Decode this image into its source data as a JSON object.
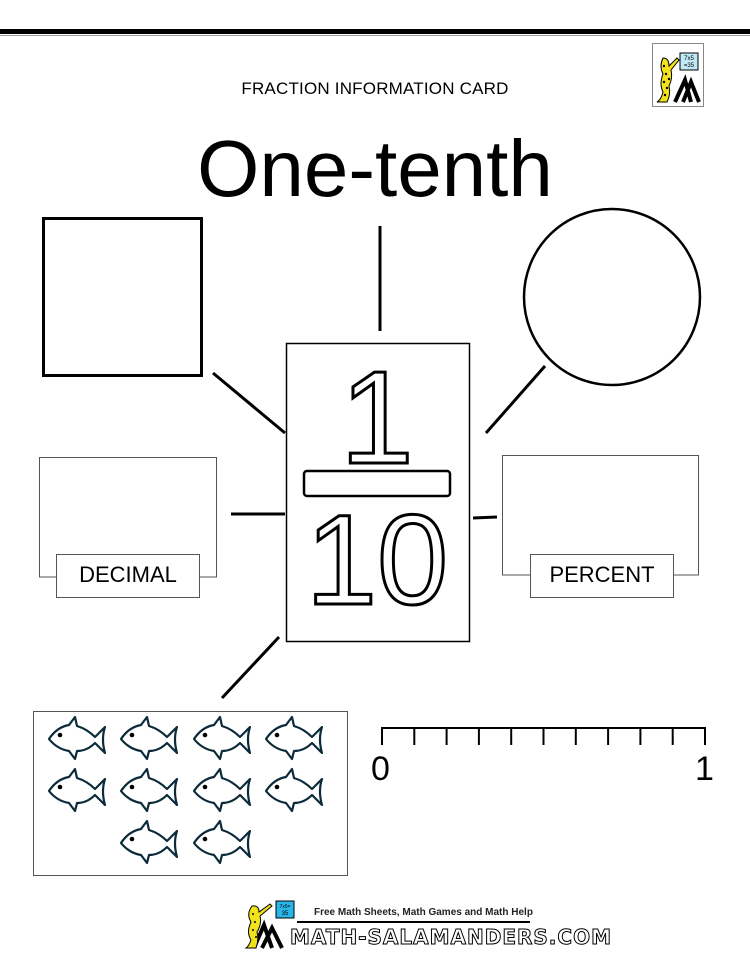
{
  "header": {
    "card_heading": "FRACTION INFORMATION CARD",
    "title": "One-tenth",
    "logo": {
      "icon": "salamander-teacher-icon",
      "board_text": "7x5 =35"
    }
  },
  "fraction": {
    "numerator": "1",
    "denominator": "10"
  },
  "sections": {
    "square_shape": {
      "icon": "square-outline-icon"
    },
    "circle_shape": {
      "icon": "circle-outline-icon"
    },
    "decimal": {
      "label": "DECIMAL"
    },
    "percent": {
      "label": "PERCENT"
    },
    "fish_set": {
      "count": 10,
      "rows": [
        4,
        4,
        2
      ],
      "icon": "fish-icon"
    },
    "number_line": {
      "start_label": "0",
      "end_label": "1",
      "divisions": 10
    }
  },
  "footer": {
    "tagline": "Free Math Sheets, Math Games and Math Help",
    "site": "MATH-SALAMANDERS.COM",
    "logo_board_text": "7x5 =35"
  },
  "colors": {
    "ink": "#000000",
    "fish_outline": "#0b2a3a",
    "logo_yellow": "#f2e21a",
    "logo_board": "#bfe9f7",
    "paper": "#ffffff"
  }
}
